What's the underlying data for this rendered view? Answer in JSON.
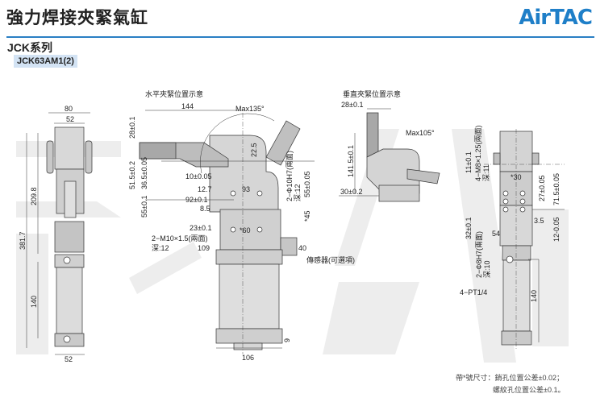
{
  "header": {
    "title": "強力焊接夾緊氣缸",
    "logo": "AirTAC",
    "series": "JCK系列",
    "model": "JCK63AM1(2)"
  },
  "views": {
    "horizontal_title": "水平夾緊位置示意",
    "vertical_title": "垂直夾緊位置示意"
  },
  "dims_left": {
    "w80": "80",
    "w52_top": "52",
    "h209": "209.8",
    "h381": "381.7",
    "h140": "140",
    "w52_bot": "52"
  },
  "dims_center": {
    "d144": "144",
    "max135": "Max135°",
    "d28": "28±0.1",
    "d51": "51.5±0.2",
    "d36": "36.5±0.05",
    "d10": "10±0.05",
    "d12": "12.7",
    "d93": "93",
    "d92": "92±0.1",
    "d55": "55±0.1",
    "d8": "8.5",
    "d23": "23±0.1",
    "d60": "*60",
    "d109": "109",
    "m10": "2−M10×1.5(兩面)",
    "m10_depth": "深:12",
    "phi10": "2−Φ10H7(兩面)",
    "phi10_depth": "深:12",
    "d55b": "55±0.05",
    "d45": "*45",
    "d22": "22.5",
    "d40": "40",
    "d106": "106",
    "d9": "9",
    "sensor": "傳感器(可選項)"
  },
  "dims_vertical": {
    "d28": "28±0.1",
    "max105": "Max105°",
    "d141": "141.5±0.1",
    "d30": "30±0.2"
  },
  "dims_right": {
    "m8": "4−M8×1.25(兩面)",
    "m8_depth": "深:11",
    "d11": "11±0.1",
    "d30": "*30",
    "d27": "27±0.05",
    "d71": "71.5±0.05",
    "d32": "32±0.1",
    "d54": "54",
    "d35": "3.5",
    "d12": "12-0.05",
    "phi8": "2−Φ8H7(兩面)",
    "phi8_depth": "深:10",
    "pt": "4−PT1/4",
    "d140": "140"
  },
  "footnote": {
    "line1": "帶*號尺寸：銷孔位置公差±0.02；",
    "line2": "螺紋孔位置公差±0.1。"
  }
}
